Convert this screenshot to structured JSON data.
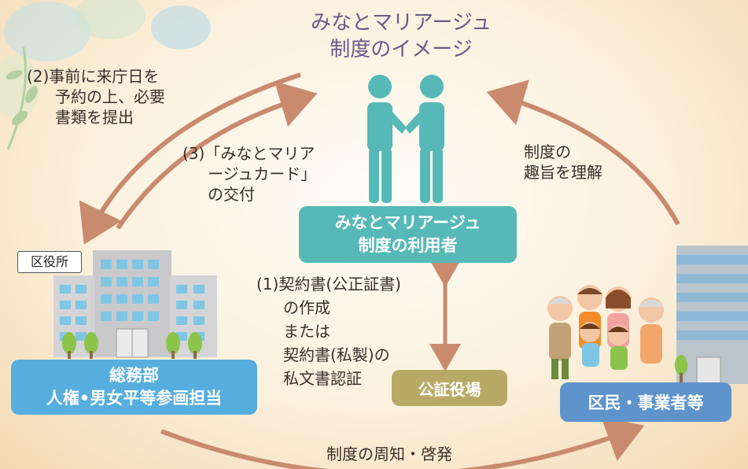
{
  "title": {
    "line1": "みなとマリアージュ",
    "line2": "制度のイメージ"
  },
  "user_box": {
    "line1": "みなとマリアージュ",
    "line2": "制度の利用者"
  },
  "soumu_box": {
    "line1": "総務部",
    "line2": "人権•男女平等参画担当"
  },
  "notary_box": {
    "label": "公証役場"
  },
  "citizen_box": {
    "label": "区民・事業者等"
  },
  "office_label": "区役所",
  "step2": {
    "line1": "(2)事前に来庁日を",
    "line2": "予約の上、必要",
    "line3": "書類を提出"
  },
  "step3": {
    "line1": "(3)「みなとマリア",
    "line2": "ージュカード」",
    "line3": "の交付"
  },
  "step1": {
    "line1": "(1)契約書(公正証書)",
    "line2": "の作成",
    "line3": "または",
    "line4": "契約書(私製)の",
    "line5": "私文書認証"
  },
  "understand": {
    "line1": "制度の",
    "line2": "趣旨を理解"
  },
  "promotion": "制度の周知・啓発",
  "colors": {
    "teal": "#56b9b7",
    "sky": "#56aede",
    "gold": "#b8aa66",
    "blue": "#5e93cc",
    "arrow": "#c98a6e",
    "title": "#6a5a8a"
  },
  "icons": [
    "handshake-icon",
    "city-hall-building-icon",
    "family-group-icon",
    "office-building-icon",
    "tree-icon",
    "leaf-decoration-icon"
  ]
}
